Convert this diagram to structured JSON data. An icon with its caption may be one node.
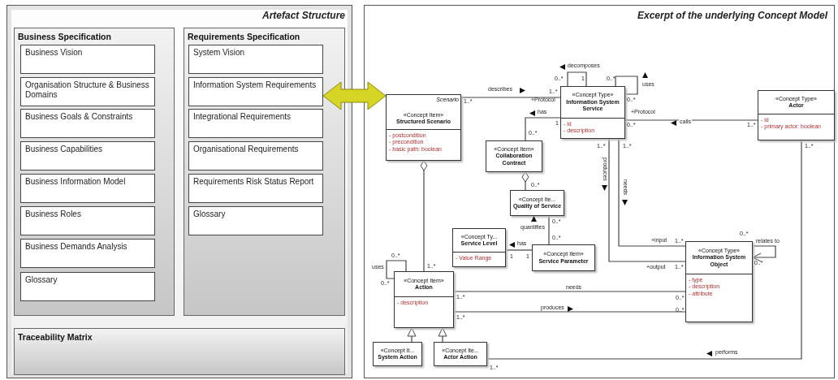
{
  "diagram": {
    "nodes": [
      {
        "text": [
          "Artefact Structure"
        ]
      },
      {
        "text": [
          "Business Specification"
        ],
        "in": 0
      },
      {
        "text": [
          "Business Vision"
        ],
        "in": 1
      },
      {
        "text": [
          "Organisation Structure & Business Domains"
        ],
        "in": 1
      },
      {
        "text": [
          "Business Goals & Constraints"
        ],
        "in": 1
      },
      {
        "text": [
          "Business Capabilities"
        ],
        "in": 1
      },
      {
        "text": [
          "Business Information Model"
        ],
        "in": 1
      },
      {
        "text": [
          "Business Roles"
        ],
        "in": 1
      },
      {
        "text": [
          "Business Demands Analysis"
        ],
        "in": 1
      },
      {
        "text": [
          "Glossary"
        ],
        "in": 1
      },
      {
        "text": [
          "Requirements Specification"
        ],
        "in": 0
      },
      {
        "text": [
          "System Vision"
        ],
        "in": 10
      },
      {
        "text": [
          "Information System Requirements"
        ],
        "in": 10
      },
      {
        "text": [
          "Integrational Requirements"
        ],
        "in": 10
      },
      {
        "text": [
          "Organisational Requirements"
        ],
        "in": 10
      },
      {
        "text": [
          "Requirements Risk Status Report"
        ],
        "in": 10
      },
      {
        "text": [
          "Glossary"
        ],
        "in": 10
      },
      {
        "text": [
          "Traceability Matrix"
        ],
        "in": 0
      },
      {
        "text": [
          "Excerpt of the underlying Concept Model"
        ]
      },
      {
        "text": [
          "Scenario",
          "«Concept Item»",
          "Structured Scenario",
          "- postcondition",
          "- precondition",
          "- basic path: boolean"
        ],
        "in": 18
      },
      {
        "text": [
          "«Concept Type»",
          "Information System Service",
          "- id",
          "- description"
        ],
        "in": 18
      },
      {
        "text": [
          "«Concept Type»",
          "Actor",
          "- id",
          "- primary actor: boolean"
        ],
        "in": 18
      },
      {
        "text": [
          "«Concept Item»",
          "Collaboration Contract"
        ],
        "in": 18
      },
      {
        "text": [
          "«Concept Ite...",
          "Quality of Service"
        ],
        "in": 18
      },
      {
        "text": [
          "«Concept Ty...",
          "Service Level",
          "- Value Range"
        ],
        "in": 18
      },
      {
        "text": [
          "«Concept Item»",
          "Service Parameter"
        ],
        "in": 18
      },
      {
        "text": [
          "«Concept Type»",
          "Information System Object",
          "- type",
          "- description",
          "- attribute"
        ],
        "in": 18
      },
      {
        "text": [
          "«Concept Item»",
          "Action",
          "- description"
        ],
        "in": 18
      },
      {
        "text": [
          "«Concept It...",
          "System Action"
        ],
        "in": 18
      },
      {
        "text": [
          "«Concept Ite...",
          "Actor Action"
        ],
        "in": 18
      }
    ],
    "edges": [
      {
        "from": 12,
        "to": 19,
        "arrow": "both",
        "style": "thick",
        "color": "#d6d424"
      },
      {
        "from": 19,
        "to": 20,
        "arrow": "none",
        "label": "describes"
      },
      {
        "from": 20,
        "to": 20,
        "arrow": "none",
        "label": "decomposes"
      },
      {
        "from": 20,
        "to": 20,
        "arrow": "none",
        "label": "uses"
      },
      {
        "from": 20,
        "to": 21,
        "arrow": "none",
        "label": "calls"
      },
      {
        "from": 20,
        "to": 22,
        "arrow": "none",
        "label": "has"
      },
      {
        "from": 22,
        "to": 23,
        "arrow": "other"
      },
      {
        "from": 25,
        "to": 23,
        "arrow": "none",
        "label": "quantifies"
      },
      {
        "from": 25,
        "to": 24,
        "arrow": "none",
        "label": "has"
      },
      {
        "from": 19,
        "to": 27,
        "arrow": "other"
      },
      {
        "from": 27,
        "to": 27,
        "arrow": "none",
        "label": "uses"
      },
      {
        "from": 20,
        "to": 26,
        "arrow": "none",
        "label": "produces"
      },
      {
        "from": 20,
        "to": 26,
        "arrow": "none",
        "label": "needs"
      },
      {
        "from": 27,
        "to": 26,
        "arrow": "none",
        "label": "needs"
      },
      {
        "from": 27,
        "to": 26,
        "arrow": "none",
        "label": "produces"
      },
      {
        "from": 28,
        "to": 27,
        "arrow": "to"
      },
      {
        "from": 29,
        "to": 27,
        "arrow": "to"
      },
      {
        "from": 29,
        "to": 21,
        "arrow": "none",
        "label": "performs"
      },
      {
        "from": 26,
        "to": 26,
        "arrow": "to",
        "label": "relates to"
      }
    ],
    "labels": [
      "1..*",
      "1..*",
      "+Protocol",
      "0..*",
      "1",
      "0..*",
      "0..*",
      "+Protocol",
      "0..*",
      "1..*",
      "1",
      "0..*",
      "1..*",
      "1..*",
      "1..*",
      "0..*",
      "0..*",
      "0..*",
      "0..*",
      "1",
      "1",
      "0..*",
      "1..*",
      "+input",
      "1..*",
      "+output",
      "1..*",
      "0..*",
      "0..*",
      "1..*",
      "0..*",
      "1..*",
      "0..*",
      "1..*"
    ]
  }
}
